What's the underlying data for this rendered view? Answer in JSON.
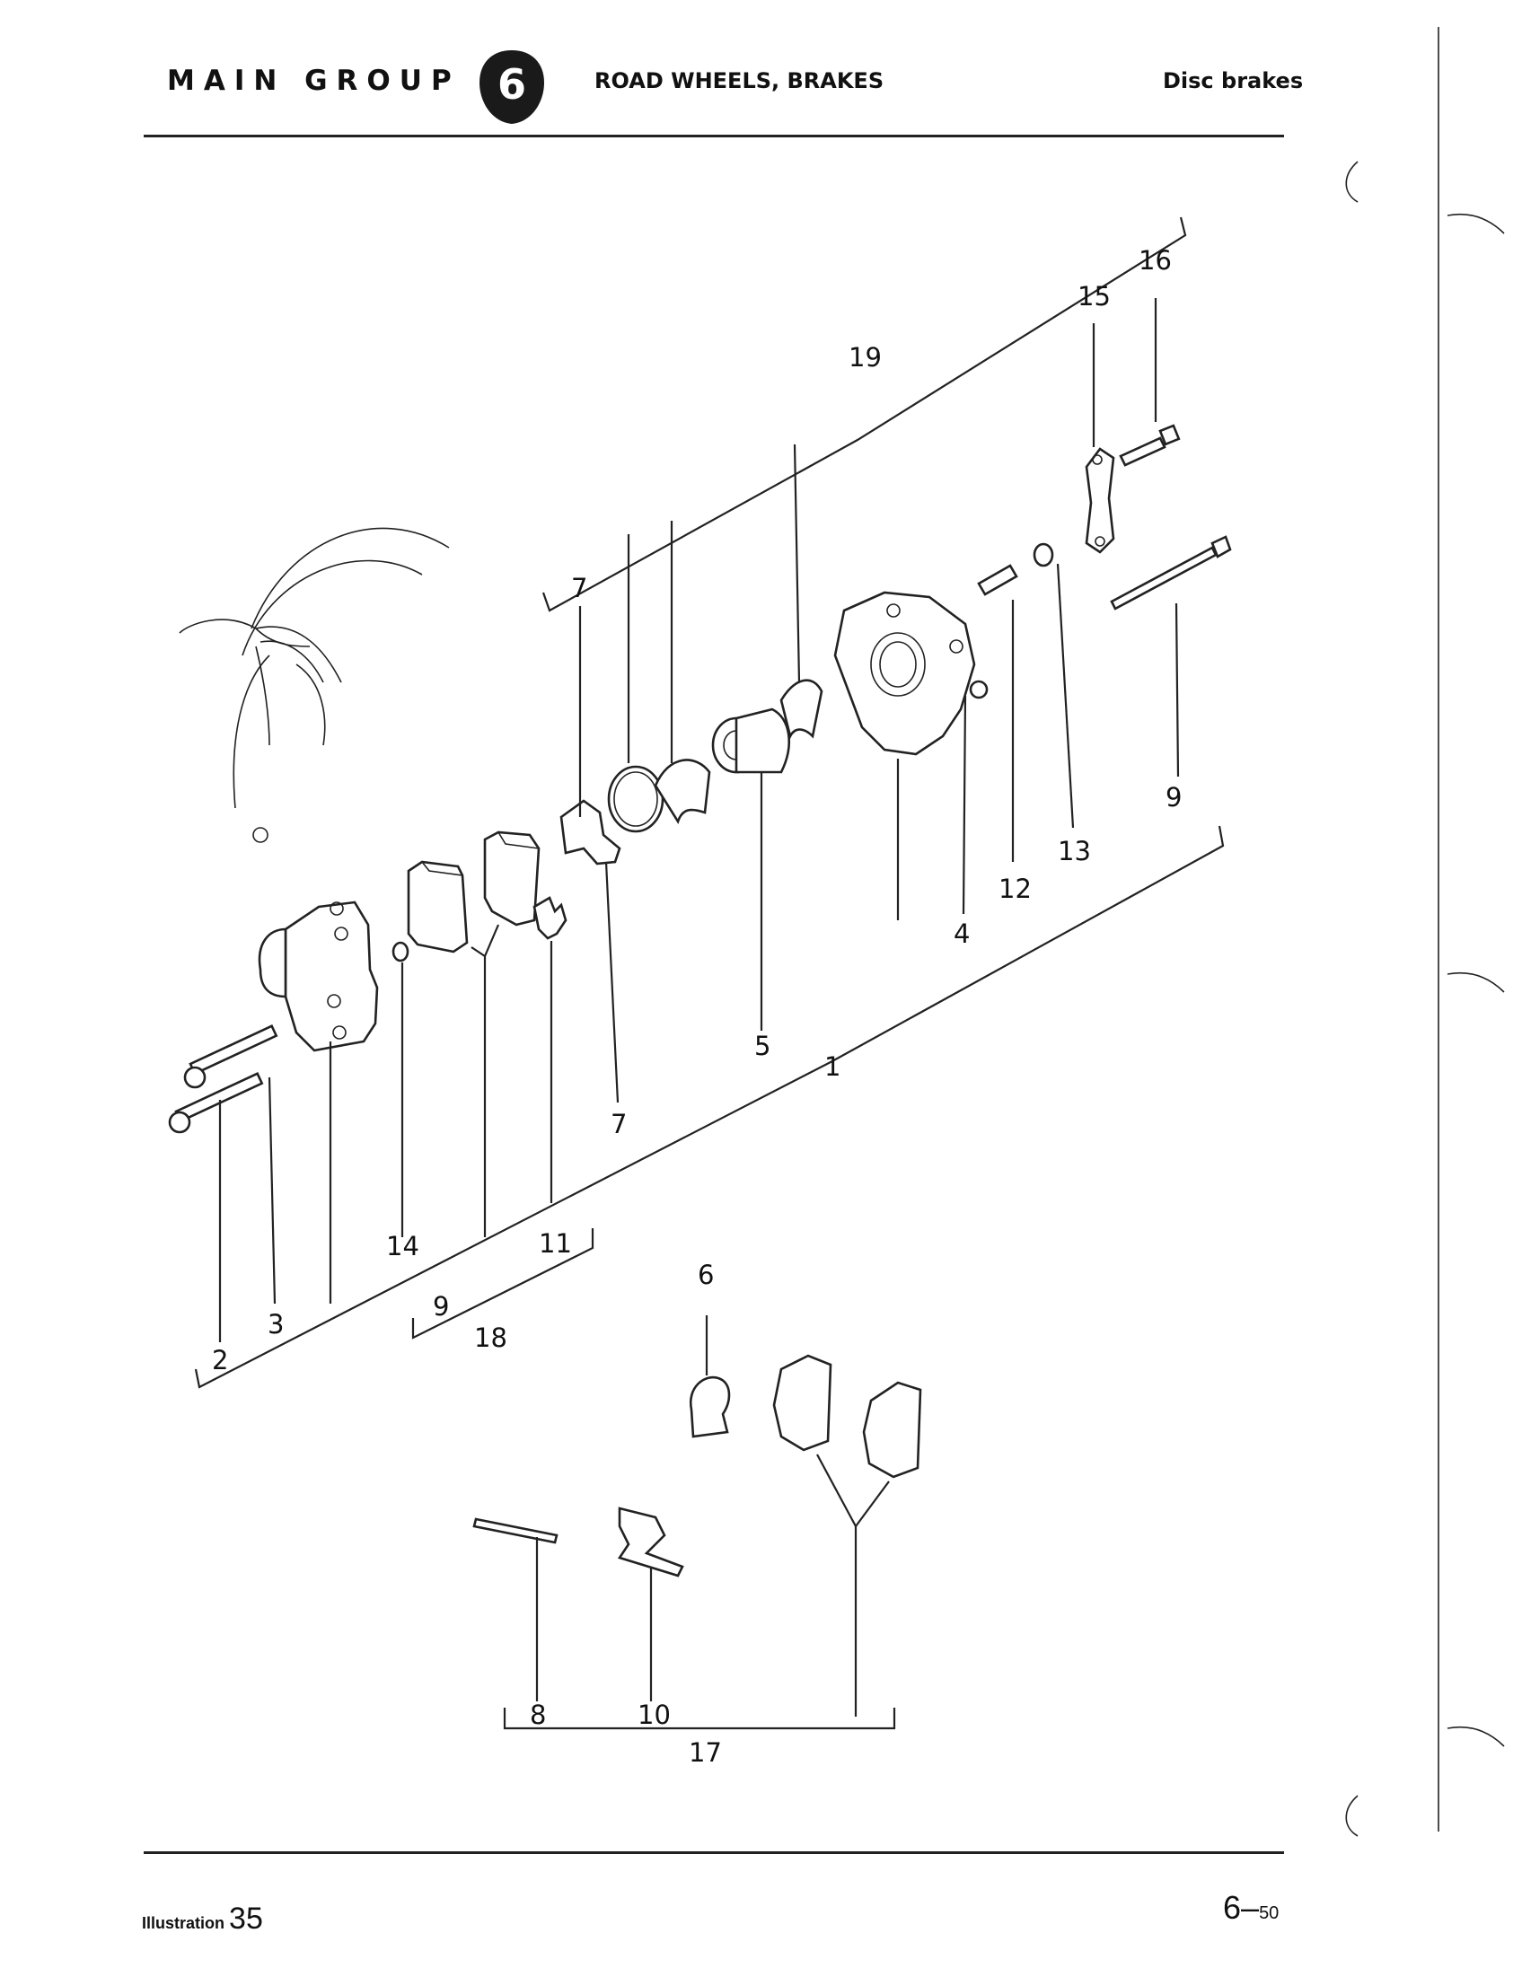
{
  "header": {
    "main_group": "MAIN GROUP",
    "group_number": "6",
    "section_title": "ROAD WHEELS, BRAKES",
    "subsection_title": "Disc brakes"
  },
  "footer": {
    "illustration_label": "Illustration",
    "illustration_number": "35",
    "page_number": "6",
    "page_sub": "50"
  },
  "diagram": {
    "labels": {
      "p1": "1",
      "p2": "2",
      "p3": "3",
      "p4": "4",
      "p5": "5",
      "p6": "6",
      "p7a": "7",
      "p7b": "7",
      "p8": "8",
      "p9a": "9",
      "p9b": "9",
      "p10": "10",
      "p11": "11",
      "p12": "12",
      "p13": "13",
      "p14": "14",
      "p15": "15",
      "p16": "16",
      "p17": "17",
      "p18": "18",
      "p19": "19"
    }
  }
}
